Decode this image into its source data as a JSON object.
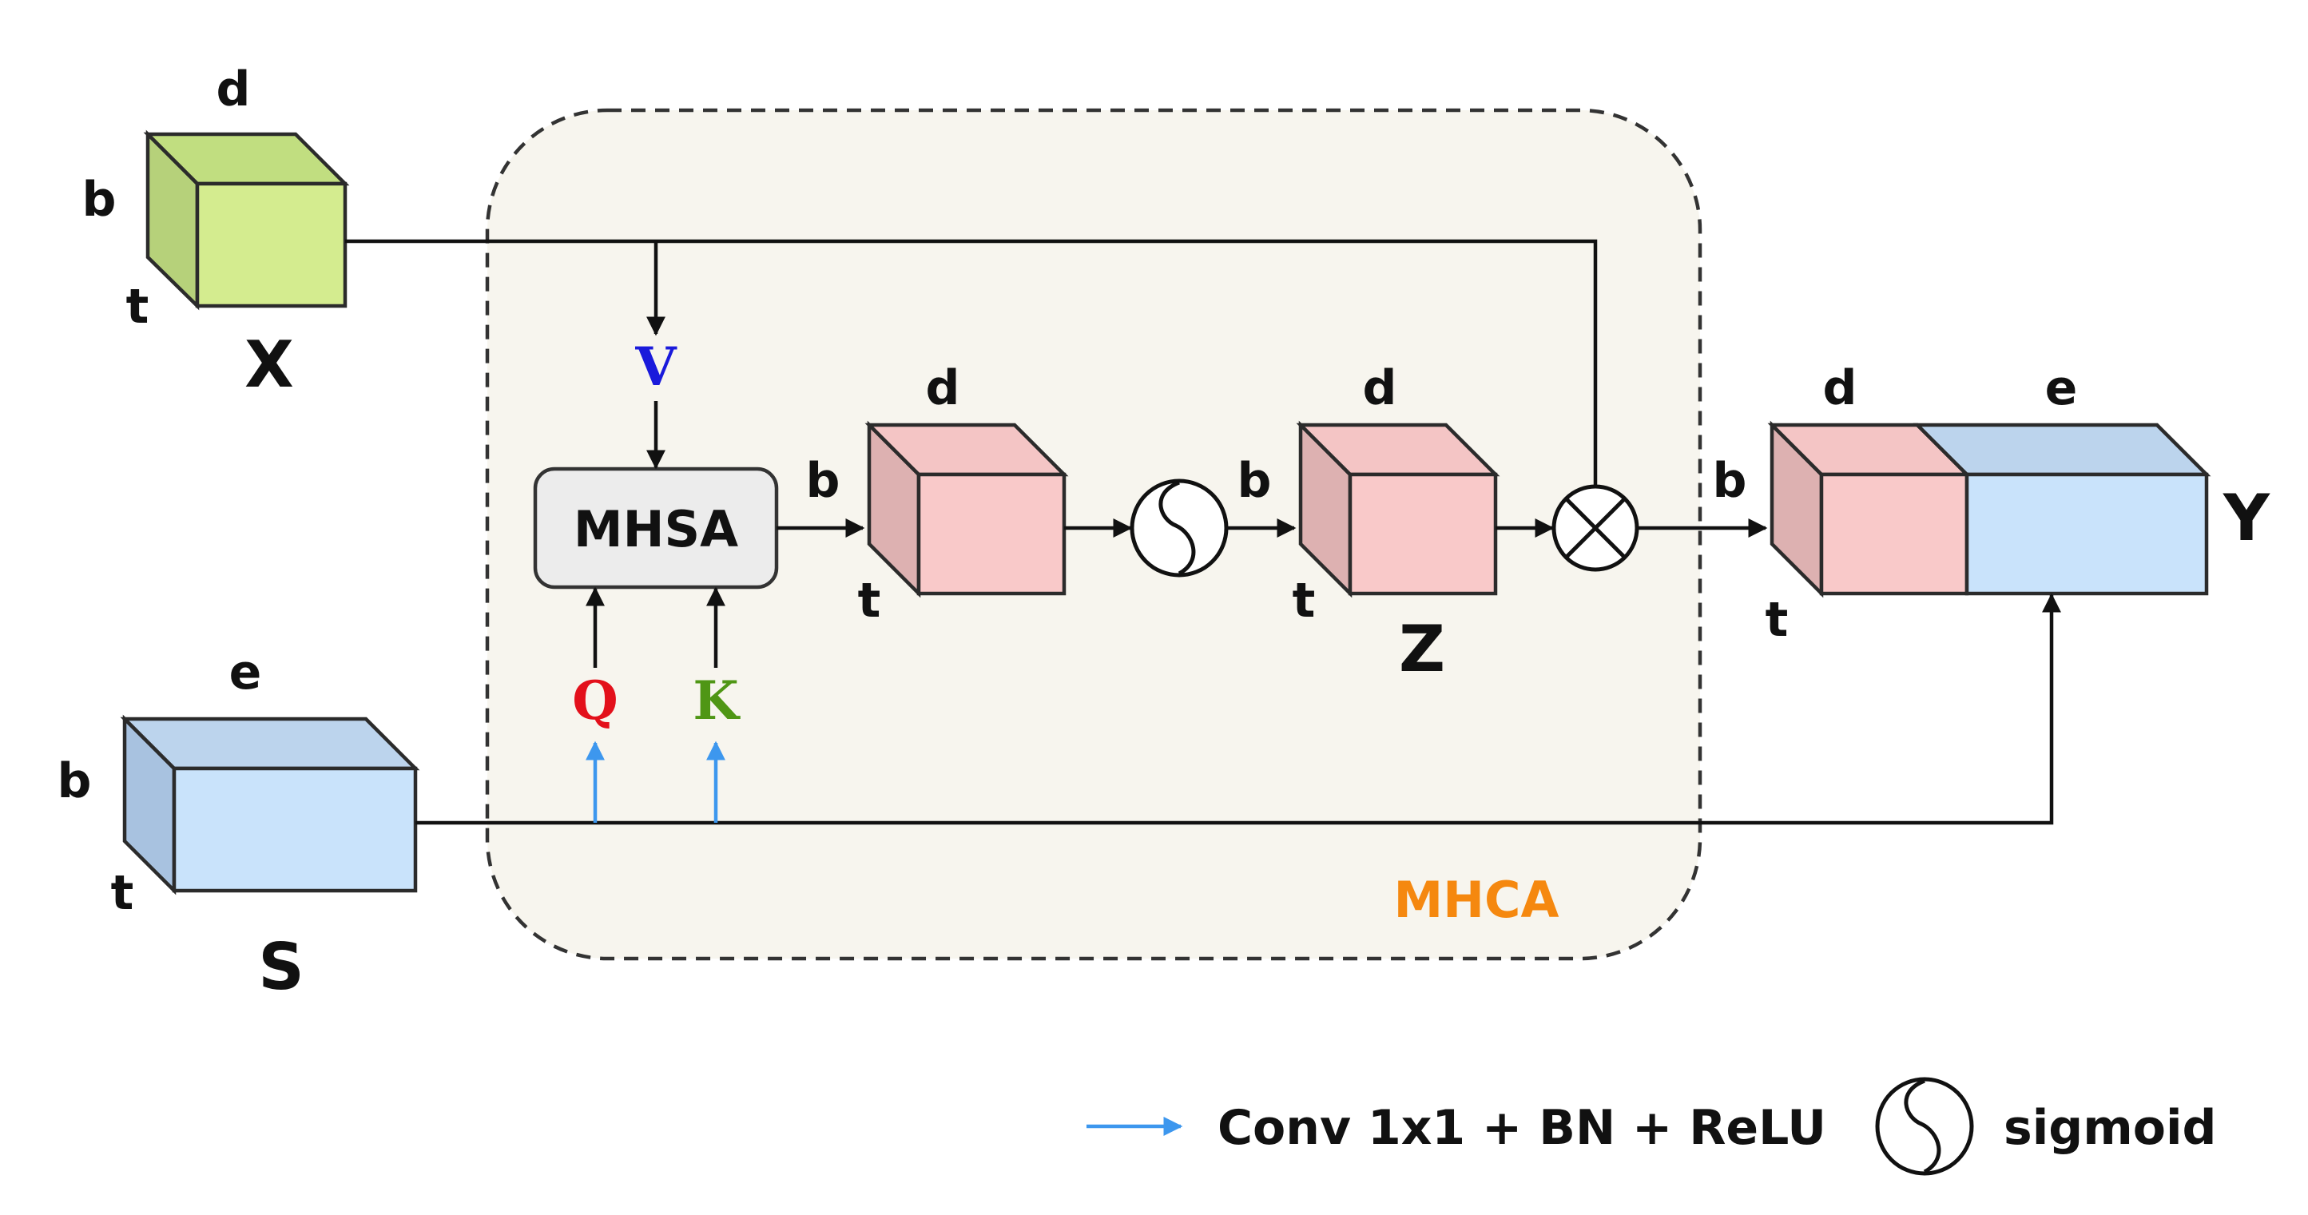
{
  "tensors": {
    "x": {
      "name": "X",
      "depth_label": "d",
      "height_label": "b",
      "time_label": "t",
      "colors": {
        "front": "#d4ec8f",
        "top": "#c1de80",
        "side": "#b6d17a"
      }
    },
    "s": {
      "name": "S",
      "depth_label": "e",
      "height_label": "b",
      "time_label": "t",
      "colors": {
        "front": "#c9e3fb",
        "top": "#bcd4ed",
        "side": "#a8c2e0"
      }
    },
    "attn_out": {
      "depth_label": "d",
      "height_label": "b",
      "time_label": "t",
      "colors": {
        "front": "#f9c9c9",
        "top": "#f4c5c5",
        "side": "#ddb1b1"
      }
    },
    "z": {
      "name": "Z",
      "depth_label": "d",
      "height_label": "b",
      "time_label": "t"
    },
    "y": {
      "name": "Y",
      "depth_label_1": "d",
      "depth_label_2": "e",
      "height_label": "b",
      "time_label": "t"
    }
  },
  "mhca": {
    "label": "MHCA",
    "label_color": "#f5880f",
    "fill": "#f7f5ee",
    "mhsa_label": "MHSA",
    "mhsa_fill": "#ececec",
    "v_label": "V",
    "q_label": "Q",
    "k_label": "K",
    "v_color": "#1a1adb",
    "q_color": "#e3101b",
    "k_color": "#4f9615"
  },
  "operators": {
    "sigmoid": "sigmoid-circle",
    "multiply": "multiply-circle-x"
  },
  "legend": {
    "conv_label": "Conv 1x1 + BN + ReLU",
    "conv_arrow_color": "#3d97ee",
    "sigmoid_label": "sigmoid"
  }
}
